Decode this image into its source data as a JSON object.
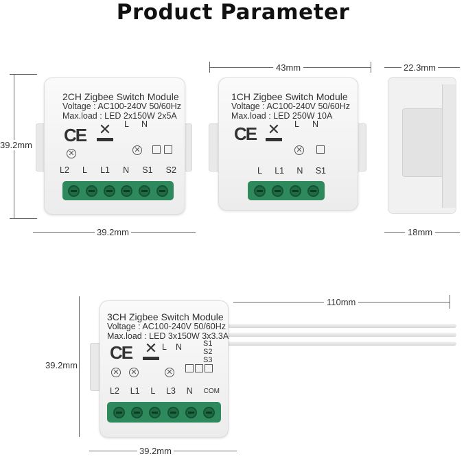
{
  "title": "Product Parameter",
  "modules": [
    {
      "name": "2CH Zigbee Switch Module",
      "voltage": "Voltage : AC100-240V 50/60Hz",
      "maxload": "Max.load : LED 2x150W 2x5A",
      "ce": "CE",
      "top_pins": [
        "L",
        "N"
      ],
      "pins": [
        "L2",
        "L",
        "L1",
        "N",
        "S1",
        "S2"
      ]
    },
    {
      "name": "1CH Zigbee Switch Module",
      "voltage": "Voltage : AC100-240V 50/60Hz",
      "maxload": "Max.load : LED 250W 10A",
      "ce": "CE",
      "top_pins": [
        "L",
        "N"
      ],
      "pins": [
        "L",
        "L1",
        "N",
        "S1"
      ]
    },
    {
      "name": "3CH Zigbee Switch Module",
      "voltage": "Voltage : AC100-240V 50/60Hz",
      "maxload": "Max.load : LED 3x150W 3x3.3A",
      "ce": "CE",
      "top_pins": [
        "L",
        "N"
      ],
      "switch_pins": [
        "S1",
        "S2",
        "S3"
      ],
      "pins": [
        "L2",
        "L1",
        "L",
        "L3",
        "N",
        "COM"
      ]
    }
  ],
  "dimensions": {
    "d2ch_height": "39.2mm",
    "d2ch_width": "39.2mm",
    "d1ch_width": "43mm",
    "side_depth_top": "22.3mm",
    "side_depth_bottom": "18mm",
    "d3ch_cable": "110mm",
    "d3ch_height": "39.2mm",
    "d3ch_width": "39.2mm"
  },
  "colors": {
    "terminal": "#2e8a5c"
  }
}
